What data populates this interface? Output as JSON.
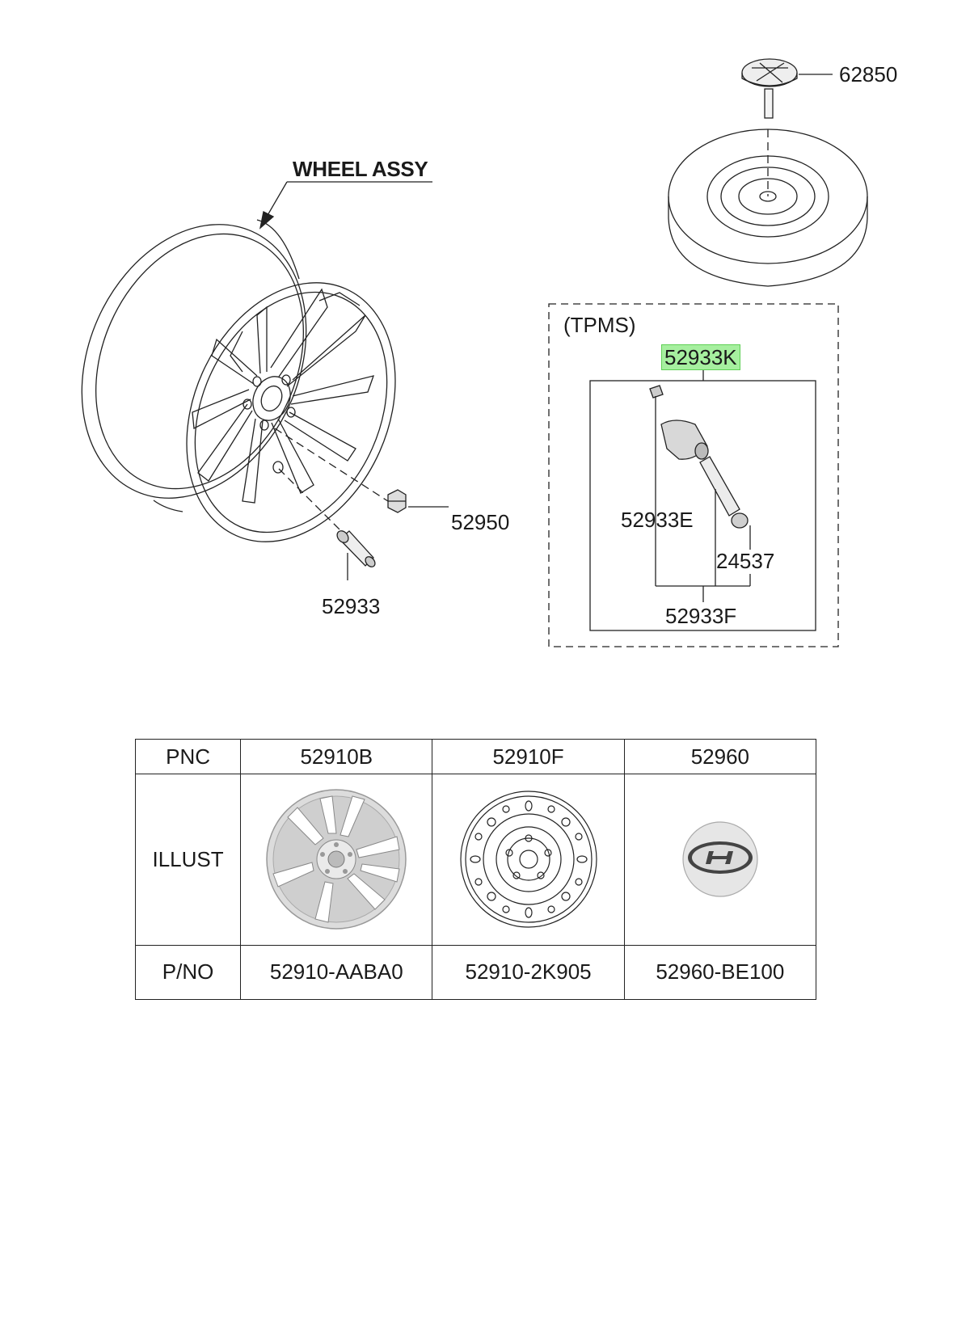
{
  "diagram": {
    "assembly_label": "WHEEL ASSY",
    "callouts": {
      "hub_cap_top": "62850",
      "wheel_nut": "52950",
      "valve": "52933",
      "tpms_group": "(TPMS)",
      "tpms_kit": "52933K",
      "tpms_screw": "52933E",
      "tpms_valve_cap": "24537",
      "tpms_bottom": "52933F"
    },
    "highlight_color": "#a6ef9f"
  },
  "table": {
    "row_labels": {
      "pnc": "PNC",
      "illust": "ILLUST",
      "pno": "P/NO"
    },
    "columns": [
      {
        "pnc": "52910B",
        "pno": "52910-AABA0",
        "icon": "alloy-wheel-icon"
      },
      {
        "pnc": "52910F",
        "pno": "52910-2K905",
        "icon": "steel-wheel-icon"
      },
      {
        "pnc": "52960",
        "pno": "52960-BE100",
        "icon": "hub-cap-logo-icon"
      }
    ]
  }
}
